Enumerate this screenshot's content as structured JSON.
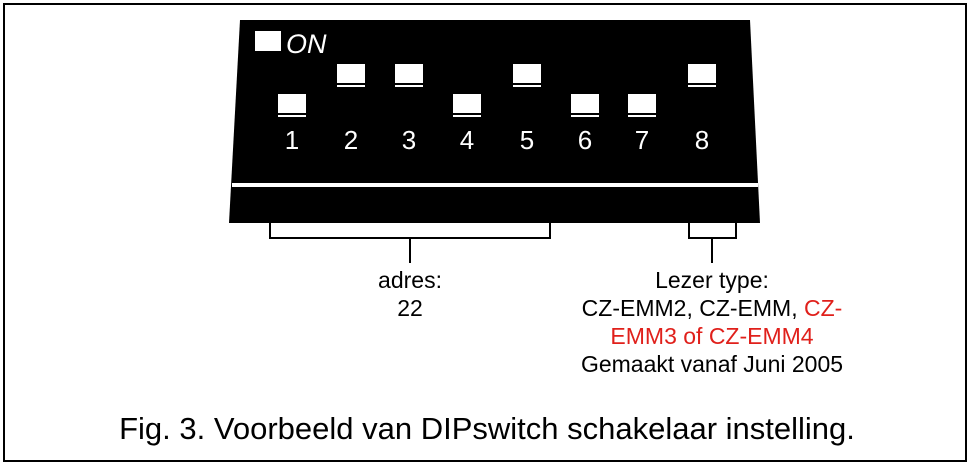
{
  "dip": {
    "on_label": "ON",
    "switches": [
      {
        "number": "1",
        "on": false
      },
      {
        "number": "2",
        "on": true
      },
      {
        "number": "3",
        "on": true
      },
      {
        "number": "4",
        "on": false
      },
      {
        "number": "5",
        "on": true
      },
      {
        "number": "6",
        "on": false
      },
      {
        "number": "7",
        "on": false
      },
      {
        "number": "8",
        "on": true
      }
    ]
  },
  "address": {
    "label": "adres:",
    "value": "22"
  },
  "reader": {
    "label": "Lezer type:",
    "line1_black": "CZ-EMM2, CZ-EMM, ",
    "line1_red": "CZ-",
    "line2_red": "EMM3 of CZ-EMM4",
    "line3": "Gemaakt vanaf Juni 2005"
  },
  "caption": "Fig. 3. Voorbeeld van DIPswitch schakelaar instelling."
}
